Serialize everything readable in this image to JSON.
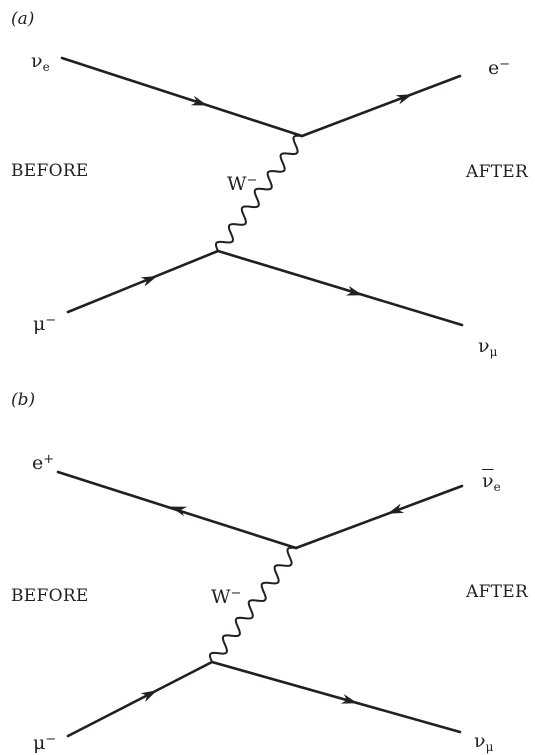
{
  "panels": [
    {
      "label": "(a)",
      "before": "BEFORE",
      "after": "AFTER",
      "boson": {
        "base": "W",
        "charge": "−"
      },
      "particles": {
        "top_left": {
          "base": "ν",
          "sub": "e",
          "sup": ""
        },
        "top_right": {
          "base": "e",
          "sub": "",
          "sup": "−"
        },
        "bottom_left": {
          "base": "μ",
          "sub": "",
          "sup": "−"
        },
        "bottom_right": {
          "base": "ν",
          "sub": "μ",
          "sup": ""
        }
      }
    },
    {
      "label": "(b)",
      "before": "BEFORE",
      "after": "AFTER",
      "boson": {
        "base": "W",
        "charge": "−"
      },
      "particles": {
        "top_left": {
          "base": "e",
          "sub": "",
          "sup": "+"
        },
        "top_right": {
          "base": "ν",
          "sub": "e",
          "sup": "",
          "bar": true
        },
        "bottom_left": {
          "base": "μ",
          "sub": "",
          "sup": "−"
        },
        "bottom_right": {
          "base": "ν",
          "sub": "μ",
          "sup": ""
        }
      }
    }
  ]
}
